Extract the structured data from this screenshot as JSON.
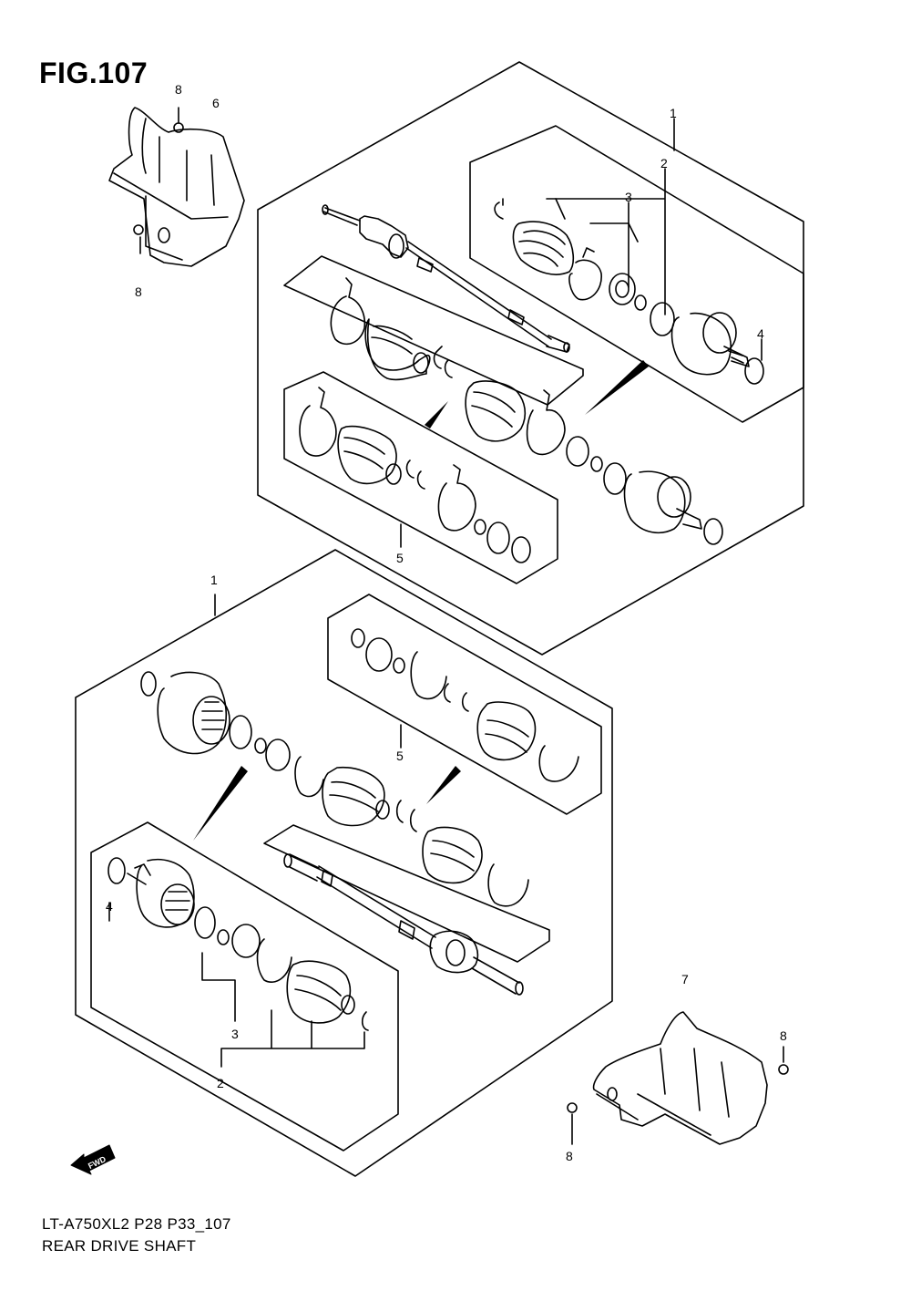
{
  "figure": {
    "title": "FIG.107",
    "model_code": "LT-A750XL2 P28 P33_107",
    "name": "REAR DRIVE SHAFT",
    "fwd_label": "FWD"
  },
  "callouts": {
    "top_assembly": "1",
    "top_joint_set": "2",
    "top_inner_parts": "3",
    "top_ring": "4",
    "top_boot_set": "5",
    "bottom_assembly": "1",
    "bottom_joint_set": "2",
    "bottom_inner_parts": "3",
    "bottom_ring": "4",
    "bottom_boot_set": "5",
    "guard_left": "6",
    "guard_right": "7",
    "bolt_a": "8",
    "bolt_b": "8",
    "bolt_c": "8",
    "bolt_d": "8"
  }
}
